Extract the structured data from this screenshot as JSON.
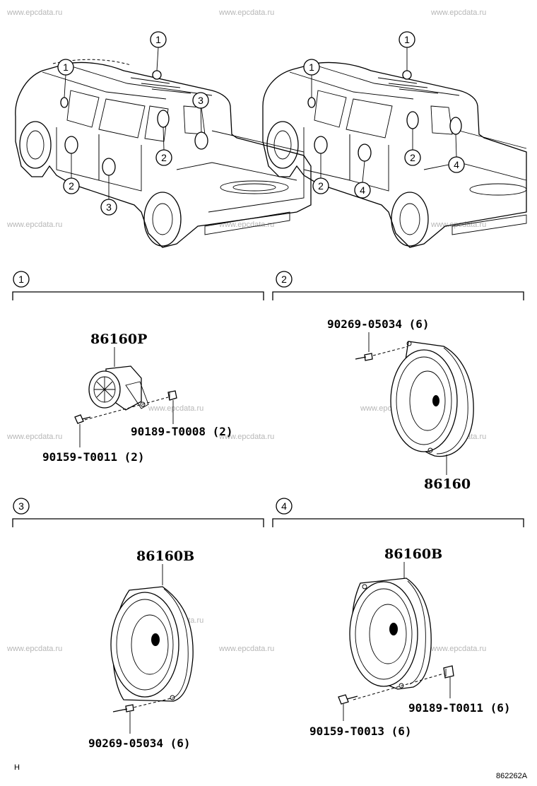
{
  "watermark": "www.epcdata.ru",
  "figure_id": "862262A",
  "corner_mark": "H",
  "callouts": {
    "one": "1",
    "two": "2",
    "three": "3",
    "four": "4"
  },
  "sections": [
    {
      "id": "1",
      "parts": {
        "main": "86160P",
        "nut": "90189-T0008 (2)",
        "bolt": "90159-T0011 (2)"
      }
    },
    {
      "id": "2",
      "parts": {
        "screw": "90269-05034 (6)",
        "main": "86160"
      }
    },
    {
      "id": "3",
      "parts": {
        "main": "86160B",
        "screw": "90269-05034 (6)"
      }
    },
    {
      "id": "4",
      "parts": {
        "main": "86160B",
        "nut": "90189-T0011 (6)",
        "bolt": "90159-T0013 (6)"
      }
    }
  ]
}
